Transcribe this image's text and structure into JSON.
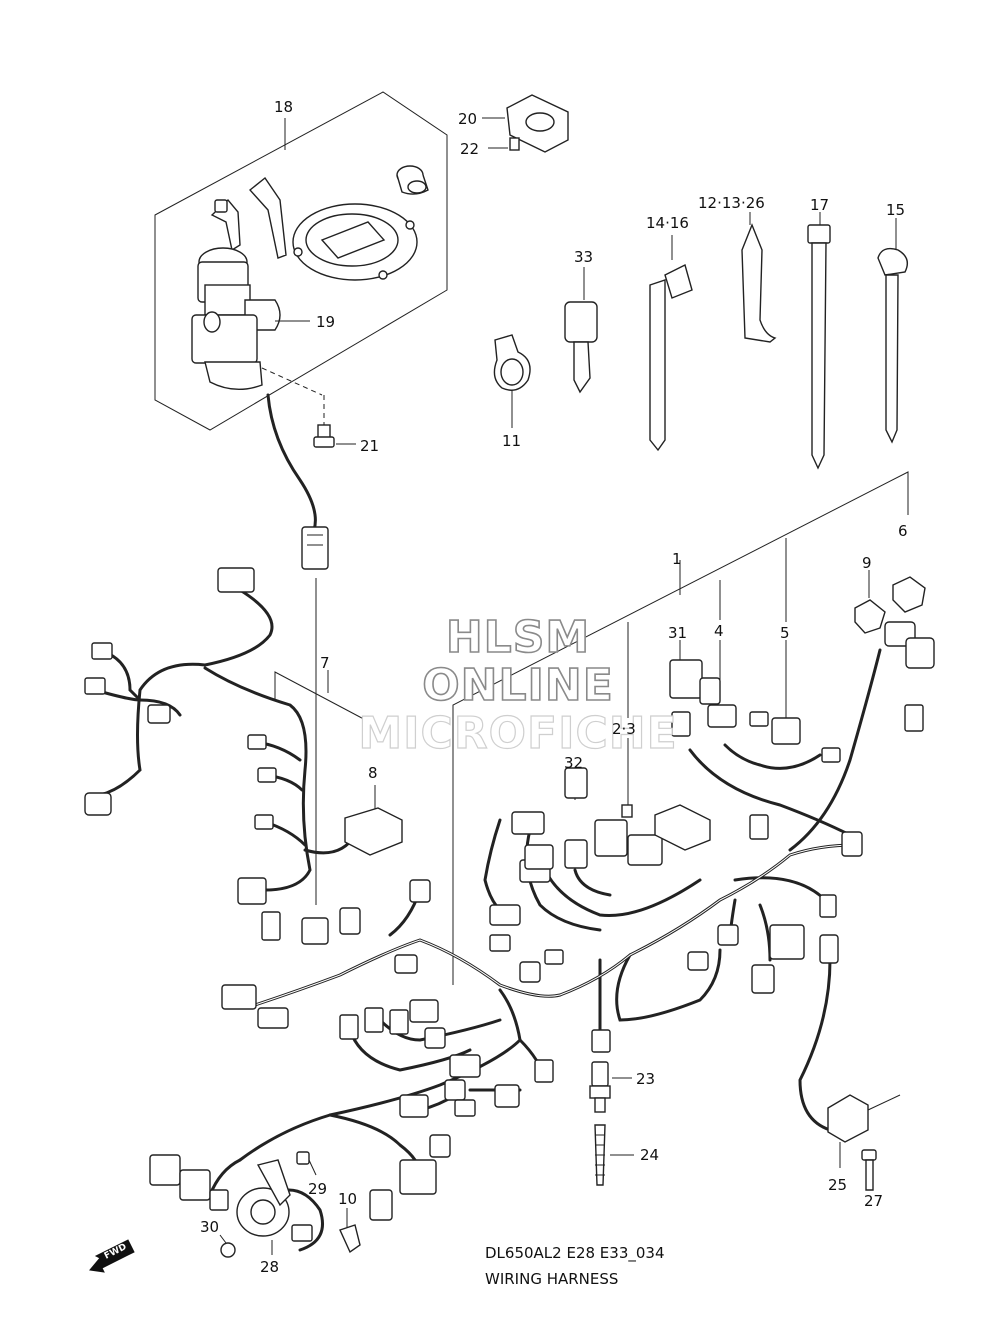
{
  "callouts": {
    "c18": "18",
    "c20": "20",
    "c22": "22",
    "c19": "19",
    "c21": "21",
    "c33": "33",
    "c11": "11",
    "c1416": "14·16",
    "c121326": "12·13·26",
    "c17": "17",
    "c15": "15",
    "c1": "1",
    "c6": "6",
    "c9": "9",
    "c4": "4",
    "c5": "5",
    "c31": "31",
    "c23_": "2·3",
    "c7": "7",
    "c8": "8",
    "c32": "32",
    "c23": "23",
    "c24": "24",
    "c25": "25",
    "c27": "27",
    "c29": "29",
    "c10": "10",
    "c30": "30",
    "c28": "28"
  },
  "watermark": {
    "line1": "HLSM",
    "line2": "ONLINE",
    "line3": "MICROFICHE"
  },
  "footer": {
    "diagram_code": "DL650AL2 E28 E33_034",
    "diagram_title": "WIRING HARNESS"
  },
  "fwd_arrow": "FWD"
}
